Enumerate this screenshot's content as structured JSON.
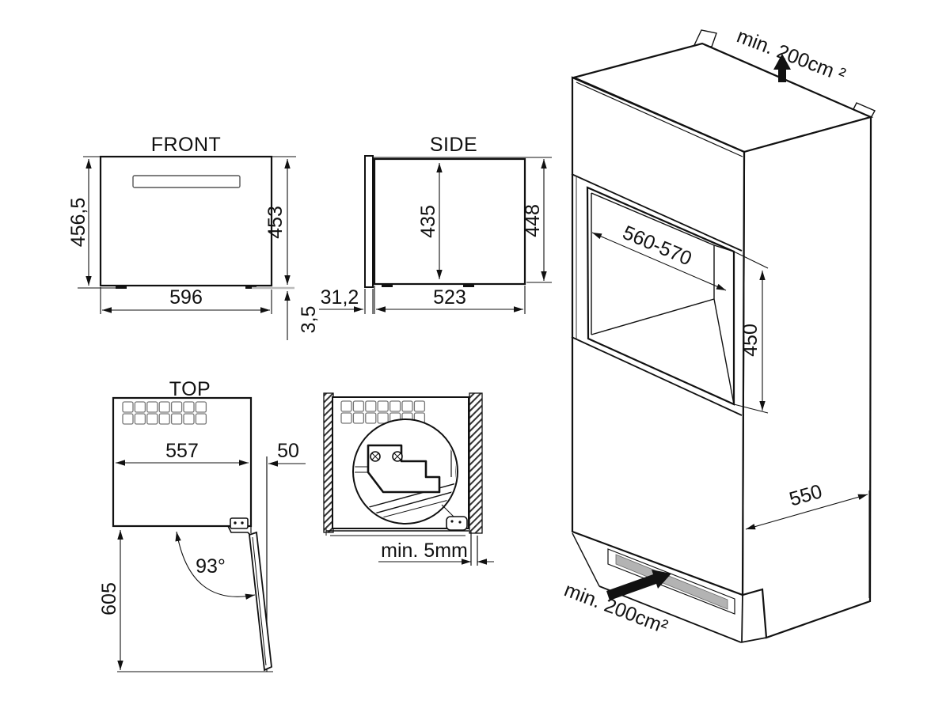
{
  "drawing": {
    "views": {
      "front": {
        "title": "FRONT",
        "dims": {
          "height_total": "456,5",
          "height_body": "453",
          "width": "596",
          "feet_height": "3,5"
        }
      },
      "side": {
        "title": "SIDE",
        "dims": {
          "inner_height": "435",
          "total_height": "448",
          "door_thickness": "31,2",
          "depth": "523"
        }
      },
      "top": {
        "title": "TOP",
        "dims": {
          "body_width": "557",
          "door_offset": "50",
          "door_angle": "93°",
          "door_swing": "605"
        }
      },
      "corner_detail": {
        "dims": {
          "side_clearance": "min. 5mm"
        }
      },
      "cabinet": {
        "dims": {
          "vent_top": "min. 200cm ²",
          "niche_width": "560-570",
          "niche_height": "450",
          "depth": "550",
          "vent_bottom": "min. 200cm²"
        }
      }
    },
    "colors": {
      "line": "#111111",
      "vent_fill": "#b3b3b3"
    }
  }
}
